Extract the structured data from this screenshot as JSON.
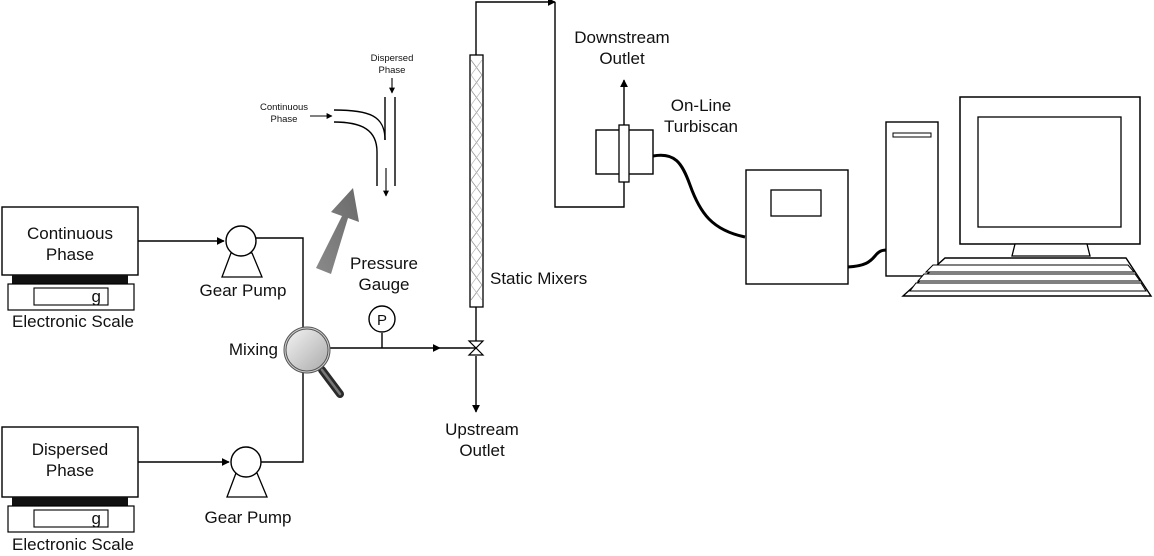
{
  "labels": {
    "continuous_phase_line1": "Continuous",
    "continuous_phase_line2": "Phase",
    "dispersed_phase_line1": "Dispersed",
    "dispersed_phase_line2": "Phase",
    "scale_unit_top": "g",
    "scale_unit_bottom": "g",
    "electronic_scale_top": "Electronic Scale",
    "electronic_scale_bottom": "Electronic Scale",
    "gear_pump_top": "Gear Pump",
    "gear_pump_bottom": "Gear Pump",
    "mixing": "Mixing",
    "pressure_gauge_line1": "Pressure",
    "pressure_gauge_line2": "Gauge",
    "pressure_gauge_symbol": "P",
    "static_mixers": "Static Mixers",
    "upstream_outlet_line1": "Upstream",
    "upstream_outlet_line2": "Outlet",
    "downstream_outlet_line1": "Downstream",
    "downstream_outlet_line2": "Outlet",
    "online_turbiscan_line1": "On-Line",
    "online_turbiscan_line2": "Turbiscan",
    "inset_dispersed_line1": "Dispersed",
    "inset_dispersed_line2": "Phase",
    "inset_continuous_line1": "Continuous",
    "inset_continuous_line2": "Phase"
  }
}
